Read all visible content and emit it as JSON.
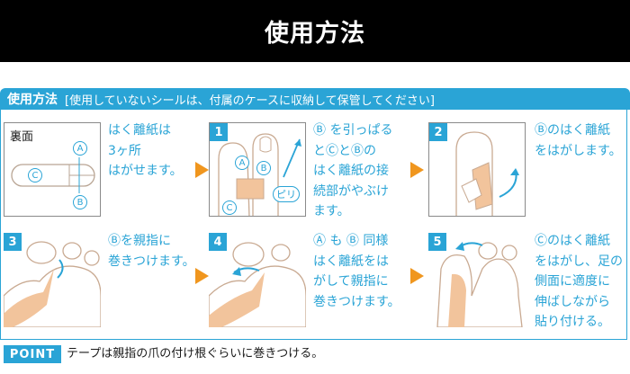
{
  "header": {
    "title": "使用方法"
  },
  "section": {
    "label": "使用方法",
    "note": "[使用していないシールは、付属のケースに収納して保管してください]"
  },
  "steps": [
    {
      "number": "",
      "panel_label": "裏面",
      "caption": "はく離紙は\n3ヶ所\nはがせます。",
      "marks": [
        "A",
        "B",
        "C"
      ]
    },
    {
      "number": "1",
      "caption": "Ⓑ を引っぱる\nとⒸとⒷの\nはく離紙の接\n続部がやぶけ\nます。",
      "marks": [
        "A",
        "B",
        "C"
      ],
      "callout": "ピリ"
    },
    {
      "number": "2",
      "caption": "Ⓑのはく離紙\nをはがします。"
    },
    {
      "number": "3",
      "caption": "Ⓑを親指に\n巻きつけます。"
    },
    {
      "number": "4",
      "caption": "Ⓐ も Ⓑ 同様\nはく離紙をは\nがして親指に\n巻きつけます。"
    },
    {
      "number": "5",
      "caption": "Ⓒのはく離紙\nをはがし、足の\n側面に適度に\n伸ばしながら\n貼り付ける。"
    }
  ],
  "point": {
    "badge": "POINT",
    "text": "テープは親指の爪の付け根ぐらいに巻きつける。"
  },
  "colors": {
    "accent": "#2aa4d6",
    "arrow": "#f0961e",
    "header_bg": "#000000",
    "tape": "#f2c49c"
  }
}
